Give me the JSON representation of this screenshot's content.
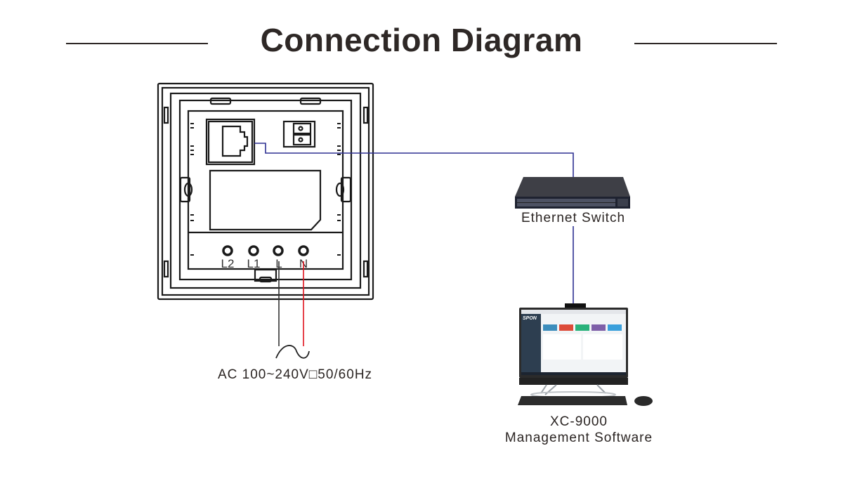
{
  "header": {
    "title": "Connection Diagram"
  },
  "device": {
    "terminals": [
      "L2",
      "L1",
      "L",
      "N"
    ]
  },
  "power": {
    "label": "AC  100~240V□50/60Hz",
    "symbol": "ac-sine"
  },
  "switch": {
    "label": "Ethernet Switch"
  },
  "pc": {
    "name": "XC-9000",
    "software": "Management Software",
    "screen_brand": "SPON"
  },
  "colors": {
    "network_line": "#2e3192",
    "live_wire": "#333333",
    "neutral_wire": "#e0141e",
    "outline": "#1a1a1a"
  }
}
